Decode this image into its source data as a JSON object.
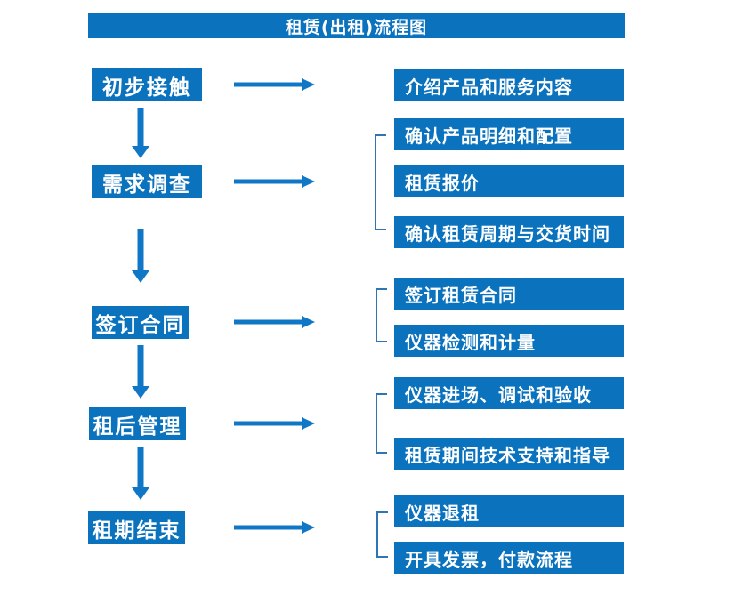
{
  "title": "租赁(出租)流程图",
  "colors": {
    "box_blue": "#0b72be",
    "arrow_blue": "#0f77c6",
    "bracket_blue": "#2e75b6",
    "text_white": "#ffffff",
    "background": "#ffffff"
  },
  "flow": [
    {
      "step": "初步接触",
      "details": [
        "介绍产品和服务内容"
      ]
    },
    {
      "step": "需求调查",
      "details": [
        "确认产品明细和配置",
        "租赁报价",
        "确认租赁周期与交货时间"
      ]
    },
    {
      "step": "签订合同",
      "details": [
        "签订租赁合同",
        "仪器检测和计量"
      ]
    },
    {
      "step": "租后管理",
      "details": [
        "仪器进场、调试和验收",
        "租赁期间技术支持和指导"
      ]
    },
    {
      "step": "租期结束",
      "details": [
        "仪器退租",
        "开具发票，付款流程"
      ]
    }
  ]
}
